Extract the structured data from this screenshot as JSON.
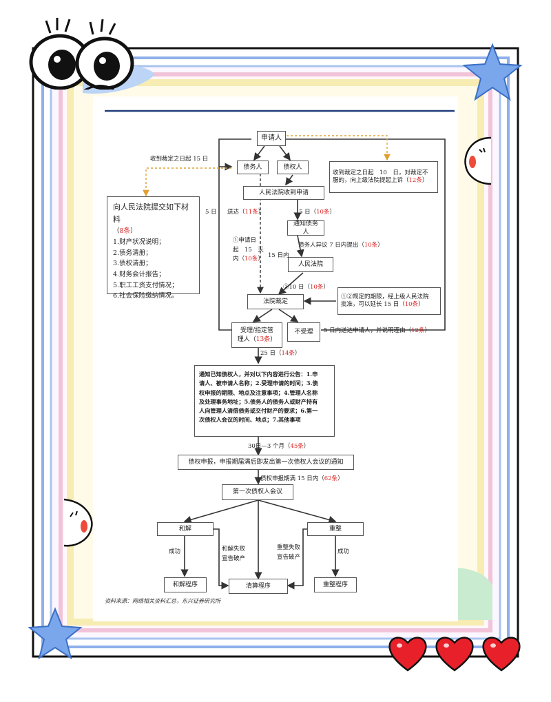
{
  "flow": {
    "applicant": "申请人",
    "debtor": "债务人",
    "creditor": "债权人",
    "court_receive": "人民法院收到申请",
    "notify_debtor": "通知债务人",
    "people_court": "人民法院",
    "court_ruling": "法院裁定",
    "accept": [
      "受理/指定管",
      "理人（",
      "13条",
      "）"
    ],
    "reject": "不受理",
    "notify_creditors_lines": [
      "通知已知债权人，并对以下内容进行公告：1.申",
      "请人、被申请人名称；2.受理申请的时间；3.债",
      "权申报的期限、地点及注意事项；4.管理人名称",
      "及处理事务地址；5.债务人的债务人或财产持有",
      "人向管理人清偿债务或交付财产的要求；6.第一",
      "次债权人会议的时间、地点；7.其他事项"
    ],
    "claim_declare": "债权申报，申报期届满后即发出第一次债权人会议的通知",
    "first_meeting": "第一次债权人会议",
    "settlement": "和解",
    "reorganization": "重整",
    "settlement_proc": "和解程序",
    "liquidation_proc": "清算程序",
    "reorg_proc": "重整程序"
  },
  "materials": {
    "title": "向人民法院提交如下材料",
    "article": [
      "（",
      "8条",
      "）"
    ],
    "items": [
      "1.财产状况说明；",
      "2.债务清册；",
      "3.债权清册；",
      "4.财务会计报告；",
      "5.职工工资支付情况；",
      "6.社会保险缴纳情况。"
    ]
  },
  "appeal": {
    "lines": [
      "收到裁定之日起　10　日，对裁定不",
      "服的，向上级法院提起上诉（",
      "12条",
      "）"
    ]
  },
  "extend": {
    "lines": [
      "①②规定的期限，经上级人民法院",
      "批准，可以延长 15 日（",
      "10条",
      "）"
    ]
  },
  "labels": {
    "receive_15": "收到裁定之日起 15 日",
    "five_days_left": "5 日",
    "served": [
      "送达（",
      "11条",
      "）"
    ],
    "five_days_notice": [
      "5 日（",
      "10条",
      "）"
    ],
    "objection": [
      "债务人异议 7 日内提出（",
      "10条",
      "）"
    ],
    "apply_15": [
      "①申请日",
      "起　15　天",
      "内（",
      "10条",
      "）"
    ],
    "within_15": "15 日内",
    "ten_days": [
      "②10 日（",
      "10条",
      "）"
    ],
    "reject_notice": [
      "5 日内送达申请人，并说明理由（",
      "12条",
      "）"
    ],
    "days_25": [
      "25 日（",
      "14条",
      "）"
    ],
    "days_30_3m": [
      "30日—3 个月（",
      "45条",
      "）"
    ],
    "claim_15": [
      "债权申报期满 15 日内（",
      "62条",
      "）"
    ],
    "success_left": "成功",
    "settle_fail": [
      "和解失败",
      "宣告破产"
    ],
    "reorg_fail": [
      "重整失败",
      "宣告破产"
    ],
    "success_right": "成功"
  },
  "source": "资料来源：网络相关资料汇总，东兴证券研究所",
  "colors": {
    "accent_red": "#d22222",
    "header_line": "#1f3c7a",
    "dashed_orange": "#e0a030",
    "frame_blue": "#7fa6e6",
    "heart_red": "#e8202a",
    "star_blue": "#7aa7ec"
  }
}
